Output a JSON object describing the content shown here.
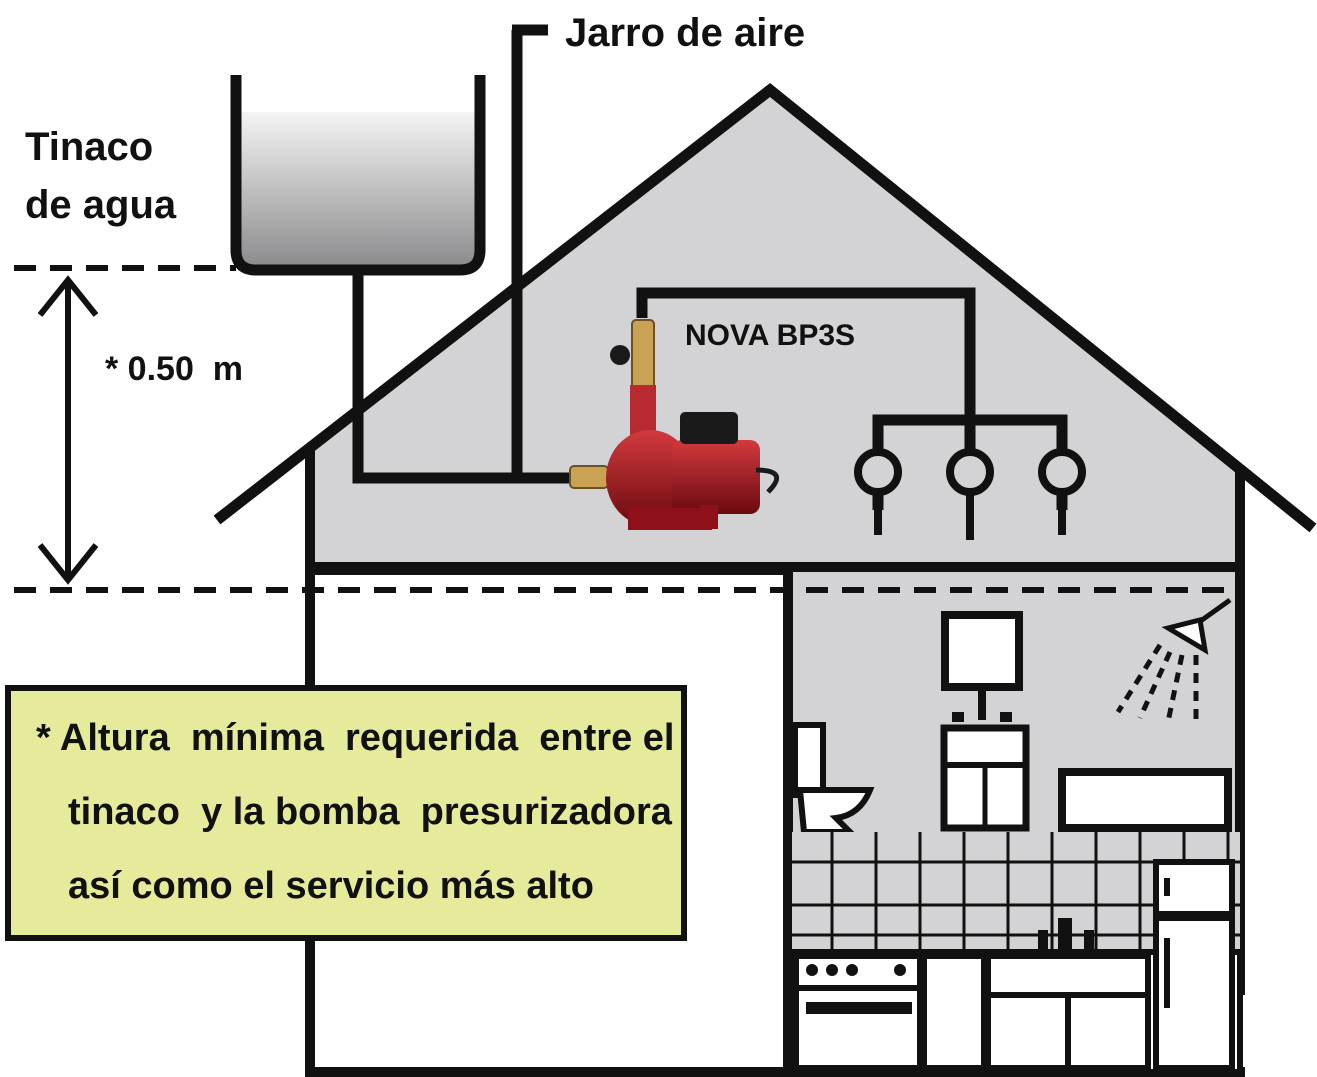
{
  "labels": {
    "air_vent": "Jarro de aire",
    "tank_line1": "Tinaco",
    "tank_line2": "de agua",
    "height": "* 0.50  m",
    "pump_model": "NOVA BP3S"
  },
  "note": {
    "line1": "* Altura  mínima  requerida  entre el",
    "line2": "tinaco  y la bomba  presurizadora",
    "line3": "así como el servicio más alto"
  },
  "colors": {
    "house_fill": "#d3d3d5",
    "line": "#111111",
    "note_fill": "#e6eb9c",
    "pump_red": "#a3131b",
    "pump_brass": "#c9a255",
    "motor_black": "#1a1a1a"
  }
}
